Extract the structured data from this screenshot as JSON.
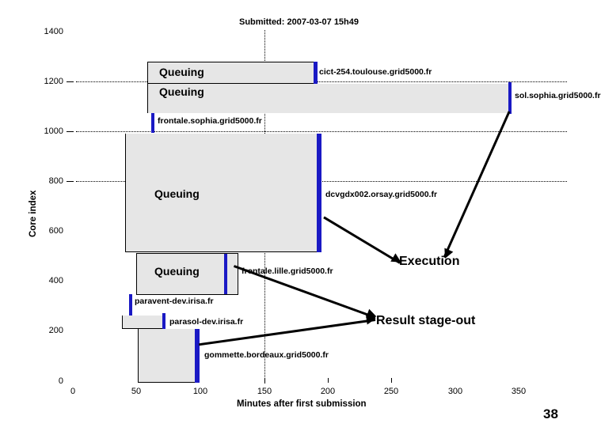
{
  "slide": {
    "number": "38"
  },
  "chart_data": {
    "type": "bar",
    "orientation": "horizontal",
    "title": "Submitted: 2007-03-07 15h49",
    "xlabel": "Minutes after first submission",
    "ylabel": "Core index",
    "xlim": [
      0,
      360
    ],
    "ylim": [
      0,
      1500
    ],
    "xticks": [
      0,
      50,
      100,
      150,
      200,
      250,
      300,
      350
    ],
    "yticks": [
      0,
      200,
      400,
      600,
      800,
      1000,
      1200,
      1400
    ],
    "grid": "dotted-horizontal-at-800-1000-1200",
    "submission_marker_minutes": 150,
    "phase_labels": {
      "queuing": "Queuing",
      "execution": "Execution",
      "stage_out": "Result stage-out"
    },
    "colors": {
      "queuing": "#e6e6e6",
      "execution": "#1a19c4",
      "axis": "#000000"
    },
    "series": [
      {
        "host": "cict-254.toulouse.grid5000.fr",
        "queue_start_min": 58,
        "queue_end_min": 197,
        "exec_end_min": 200,
        "core_low": 1235,
        "core_high": 1290,
        "label": "Queuing"
      },
      {
        "host": "sol.sophia.grid5000.fr",
        "queue_start_min": 58,
        "queue_end_min": 341,
        "exec_end_min": 344,
        "core_low": 1115,
        "core_high": 1235,
        "label": "Queuing"
      },
      {
        "host": "frontale.sophia.grid5000.fr",
        "queue_start_min": 58,
        "queue_end_min": 58,
        "exec_end_min": 60,
        "core_low": 1000,
        "core_high": 1110,
        "label": ""
      },
      {
        "host": "dcvgdx002.orsay.grid5000.fr",
        "queue_start_min": 41,
        "queue_end_min": 191,
        "exec_end_min": 194,
        "core_low": 525,
        "core_high": 1000,
        "label": "Queuing"
      },
      {
        "host": "frontale.lille.grid5000.fr",
        "queue_start_min": 50,
        "queue_end_min": 119,
        "exec_end_min": 122,
        "core_low": 355,
        "core_high": 525,
        "label": "Queuing"
      },
      {
        "host": "paravent-dev.irisa.fr",
        "queue_start_min": 43,
        "queue_end_min": 43,
        "exec_end_min": 45,
        "core_low": 270,
        "core_high": 355,
        "label": ""
      },
      {
        "host": "parasol-dev.irisa.fr",
        "queue_start_min": 43,
        "queue_end_min": 62,
        "exec_end_min": 64,
        "core_low": 215,
        "core_high": 270,
        "label": ""
      },
      {
        "host": "gommette.bordeaux.grid5000.fr",
        "queue_start_min": 55,
        "queue_end_min": 100,
        "exec_end_min": 103,
        "core_low": 0,
        "core_high": 215,
        "label": ""
      }
    ],
    "annotations": [
      {
        "text": "Execution",
        "points_to": [
          "dcvgdx002.orsay.grid5000.fr",
          "sol.sophia.grid5000.fr"
        ]
      },
      {
        "text": "Result stage-out",
        "points_to": [
          "frontale.lille.grid5000.fr",
          "gommette.bordeaux.grid5000.fr"
        ]
      }
    ]
  }
}
